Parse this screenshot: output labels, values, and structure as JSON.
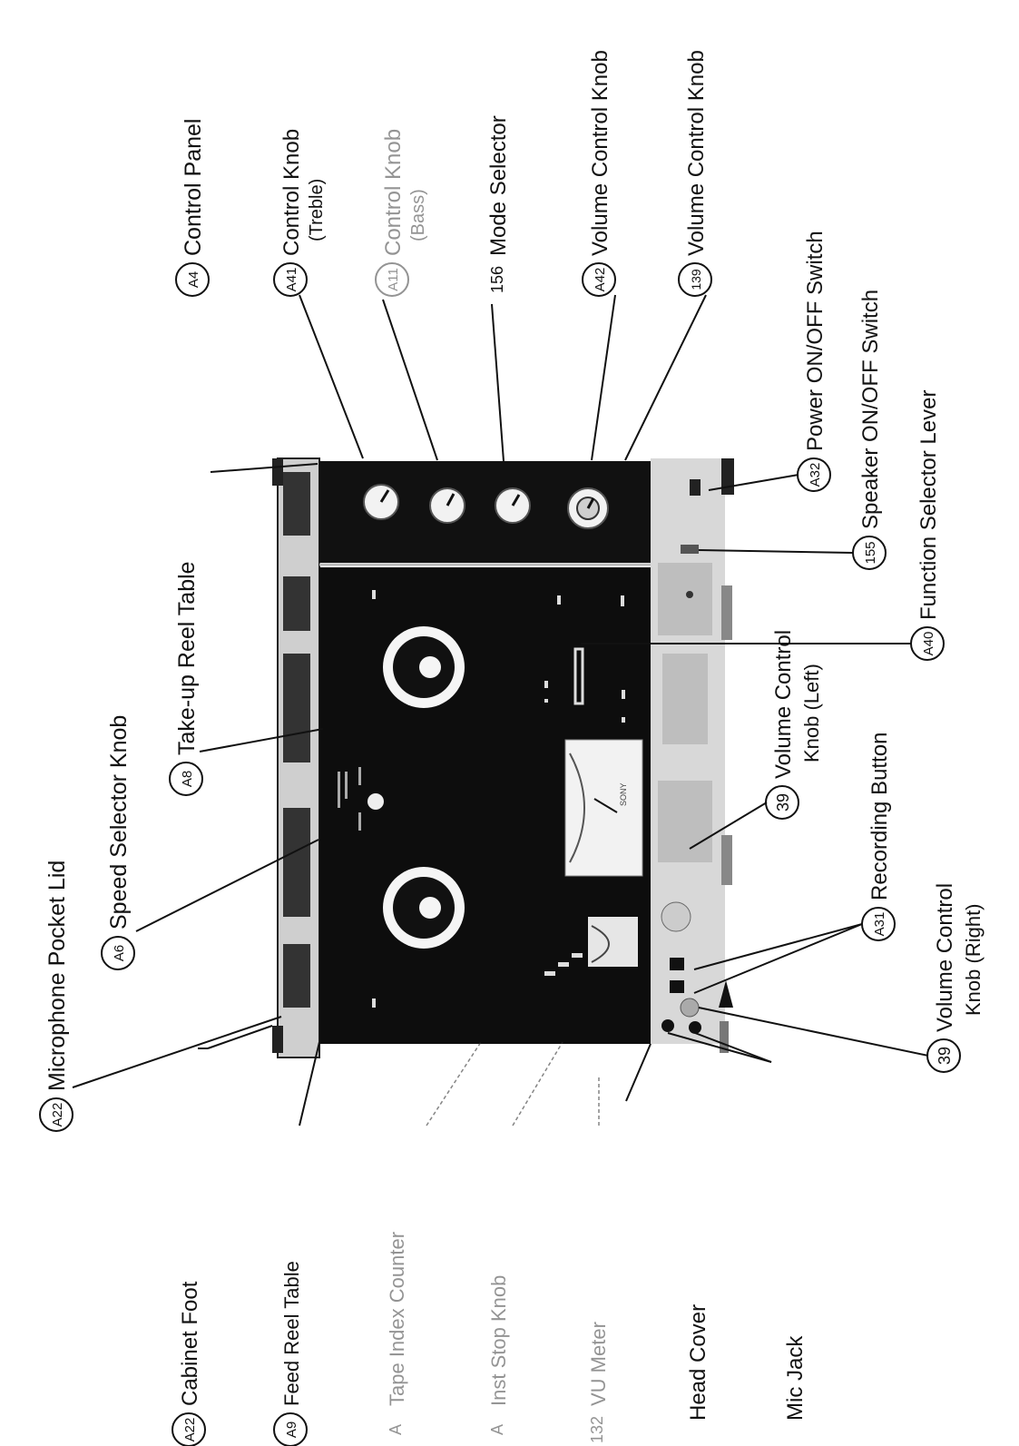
{
  "labels": {
    "microphone_pocket_lid": {
      "num": "A22",
      "text": "Microphone Pocket Lid"
    },
    "speed_selector_knob": {
      "num": "A6",
      "text": "Speed Selector Knob"
    },
    "take_up_reel_table": {
      "num": "A8",
      "text": "Take-up Reel Table"
    },
    "control_panel": {
      "num": "A4",
      "text": "Control Panel"
    },
    "control_knob_treble": {
      "num": "A41",
      "text": "Control Knob",
      "sub": "(Treble)"
    },
    "control_knob_bass": {
      "num": "A11",
      "text": "Control Knob",
      "sub": "(Bass)"
    },
    "mode_selector": {
      "num": "156",
      "text": "Mode Selector"
    },
    "volume_control_knob_a42": {
      "num": "A42",
      "text": "Volume Control Knob"
    },
    "volume_control_knob_139": {
      "num": "139",
      "text": "Volume Control Knob"
    },
    "power_switch": {
      "num": "A32",
      "text": "Power ON/OFF Switch"
    },
    "speaker_switch": {
      "num": "155",
      "text": "Speaker ON/OFF Switch"
    },
    "function_selector_lever": {
      "num": "A40",
      "text": "Function Selector Lever"
    },
    "volume_control_left": {
      "num": "39",
      "text": "Volume Control",
      "sub": "Knob (Left)"
    },
    "recording_button": {
      "num": "A31",
      "text": "Recording Button"
    },
    "volume_control_right": {
      "num": "39",
      "text": "Volume Control",
      "sub": "Knob (Right)"
    },
    "cabinet_foot": {
      "num": "A22",
      "text": "Cabinet Foot"
    },
    "feed_reel_table": {
      "num": "A9",
      "text": "Feed Reel Table"
    },
    "tape_index_counter": {
      "num": "A",
      "text": "Tape Index Counter"
    },
    "inst_stop_knob": {
      "num": "A",
      "text": "Inst Stop Knob"
    },
    "vu_meter": {
      "num": "132",
      "text": "VU Meter"
    },
    "head_cover": {
      "num": "",
      "text": "Head Cover"
    },
    "mic_jack": {
      "num": "",
      "text": "Mic Jack"
    }
  },
  "device": {
    "brand": "SONY"
  }
}
